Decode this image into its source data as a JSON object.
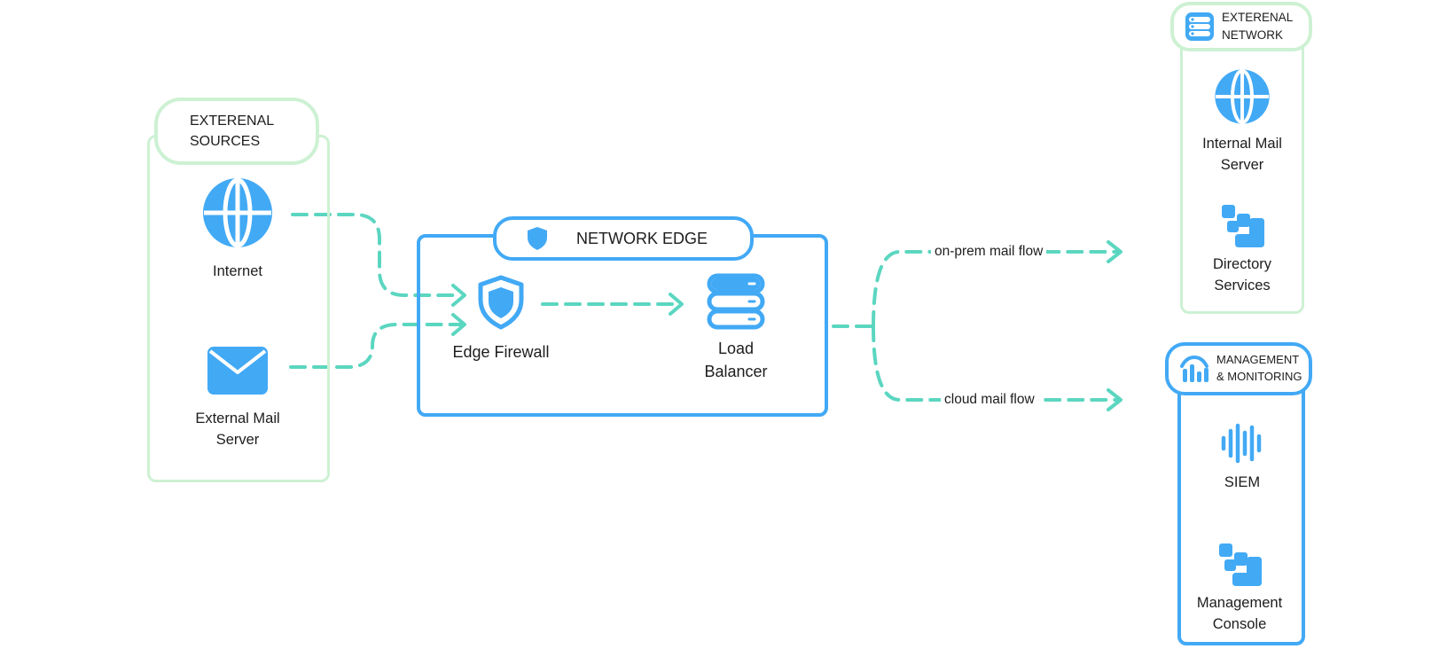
{
  "colors": {
    "blue": "#42a9f5",
    "green_border": "#cdf1d3",
    "flow": "#5bd6c0"
  },
  "external_sources": {
    "title_line1": "EXTERENAL",
    "title_line2": "SOURCES",
    "nodes": [
      {
        "label_line1": "Internet",
        "label_line2": "",
        "icon": "globe-icon"
      },
      {
        "label_line1": "External Mail",
        "label_line2": "Server",
        "icon": "mail-icon"
      }
    ]
  },
  "network_edge": {
    "title": "NETWORK EDGE",
    "title_icon": "shield-icon",
    "nodes": [
      {
        "label_line1": "Edge Firewall",
        "label_line2": "",
        "icon": "shield-icon"
      },
      {
        "label_line1": "Load",
        "label_line2": "Balancer",
        "icon": "server-stack-icon"
      }
    ]
  },
  "flows": {
    "on_prem": "on-prem mail flow",
    "cloud": "cloud mail flow"
  },
  "external_network": {
    "title_line1": "EXTERENAL",
    "title_line2": "NETWORK",
    "title_icon": "server-rack-icon",
    "nodes": [
      {
        "label_line1": "Internal Mail",
        "label_line2": "Server",
        "icon": "globe-icon"
      },
      {
        "label_line1": "Directory",
        "label_line2": "Services",
        "icon": "blocks-icon"
      }
    ]
  },
  "management": {
    "title_line1": "MANAGEMENT",
    "title_line2": "& MONITORING",
    "title_icon": "monitoring-icon",
    "nodes": [
      {
        "label_line1": "SIEM",
        "label_line2": "",
        "icon": "waveform-icon"
      },
      {
        "label_line1": "Management",
        "label_line2": "Console",
        "icon": "blocks-icon"
      }
    ]
  }
}
